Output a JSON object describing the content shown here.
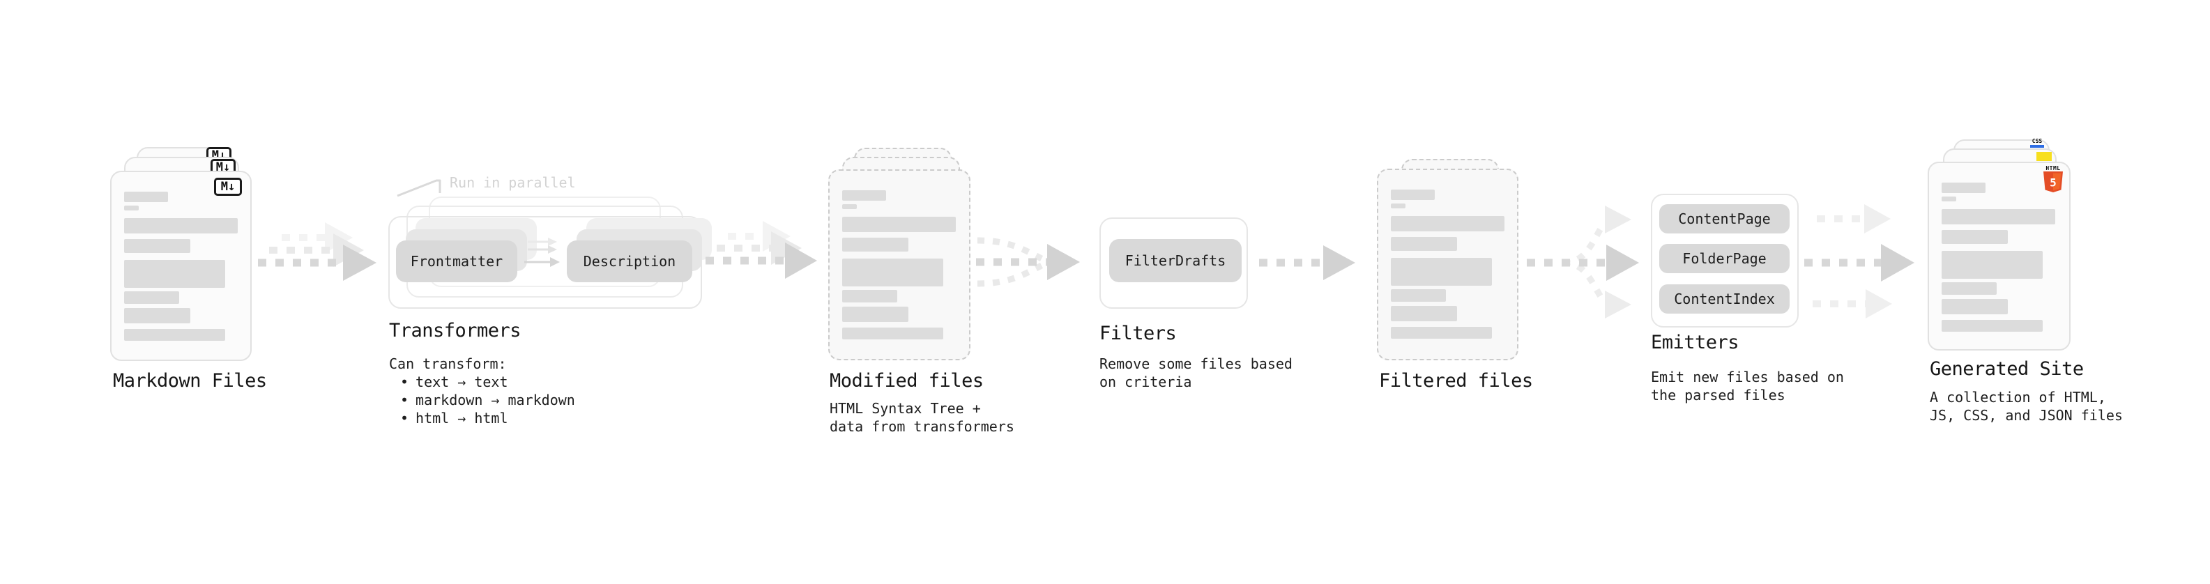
{
  "chars": {
    "bullet": "•"
  },
  "icons": {
    "markdown_badge": "M↓",
    "html5_label": "HTML",
    "html5_number": "5",
    "css_label": "CSS"
  },
  "colors": {
    "html5_orange": "#e44d26",
    "html5_orange_light": "#f16529",
    "js_yellow": "#f7df1e",
    "css_blue": "#2e6de5",
    "arrow_gray": "#d7d7d7",
    "skeleton_gray": "#dcdcdc",
    "pill_gray": "#d9d9d9",
    "note_gray": "#d2d2d2"
  },
  "stages": {
    "markdown": {
      "title": "Markdown Files"
    },
    "transformers": {
      "title": "Transformers",
      "note": "Run in parallel",
      "pills": [
        "Frontmatter",
        "Description"
      ],
      "heading": "Can transform:",
      "bullets": [
        "text → text",
        "markdown → markdown",
        "html → html"
      ]
    },
    "modified": {
      "title": "Modified files",
      "caption": [
        "HTML Syntax Tree +",
        "data from transformers"
      ]
    },
    "filters": {
      "title": "Filters",
      "pills": [
        "FilterDrafts"
      ],
      "caption": [
        "Remove some files based",
        "on criteria"
      ]
    },
    "filtered": {
      "title": "Filtered files"
    },
    "emitters": {
      "title": "Emitters",
      "pills": [
        "ContentPage",
        "FolderPage",
        "ContentIndex"
      ],
      "caption": [
        "Emit new files based on",
        "the parsed files"
      ]
    },
    "generated": {
      "title": "Generated Site",
      "caption": [
        "A collection of HTML,",
        "JS, CSS, and JSON files"
      ]
    }
  }
}
